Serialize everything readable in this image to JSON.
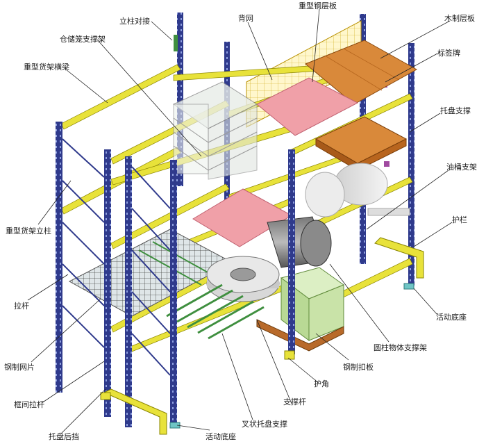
{
  "labels": {
    "column_joint": "立柱对接",
    "storage_cage_rack": "仓储笼支撑架",
    "back_mesh": "背网",
    "heavy_steel_deck": "重型钢层板",
    "wood_deck": "木制层板",
    "heavy_beam": "重型货架横梁",
    "label_holder": "标签牌",
    "pallet_support": "托盘支撑",
    "drum_support": "油桶支架",
    "guard_rail": "护栏",
    "heavy_upright": "重型货架立柱",
    "brace": "拉杆",
    "wire_mesh_deck": "钢制网片",
    "row_spacer": "框间拉杆",
    "pallet_stop": "托盘后挡",
    "adjustable_base_left": "活动底座",
    "adjustable_base_right": "活动底座",
    "fork_pallet_support": "叉状托盘支撑",
    "support_bar": "支撑杆",
    "corner_guard": "护角",
    "steel_clip_plate": "钢制扣板",
    "cylinder_support": "圆柱物体支撑架"
  },
  "colors": {
    "upright_blue": "#2f3a8c",
    "beam_yellow": "#e8e23a",
    "steel_deck_pink": "#f0a0a8",
    "wood_orange": "#d9893a",
    "mesh_green": "#3f8f3f",
    "crate_green": "#c9e3a8",
    "label_purple": "#a04aa0"
  }
}
